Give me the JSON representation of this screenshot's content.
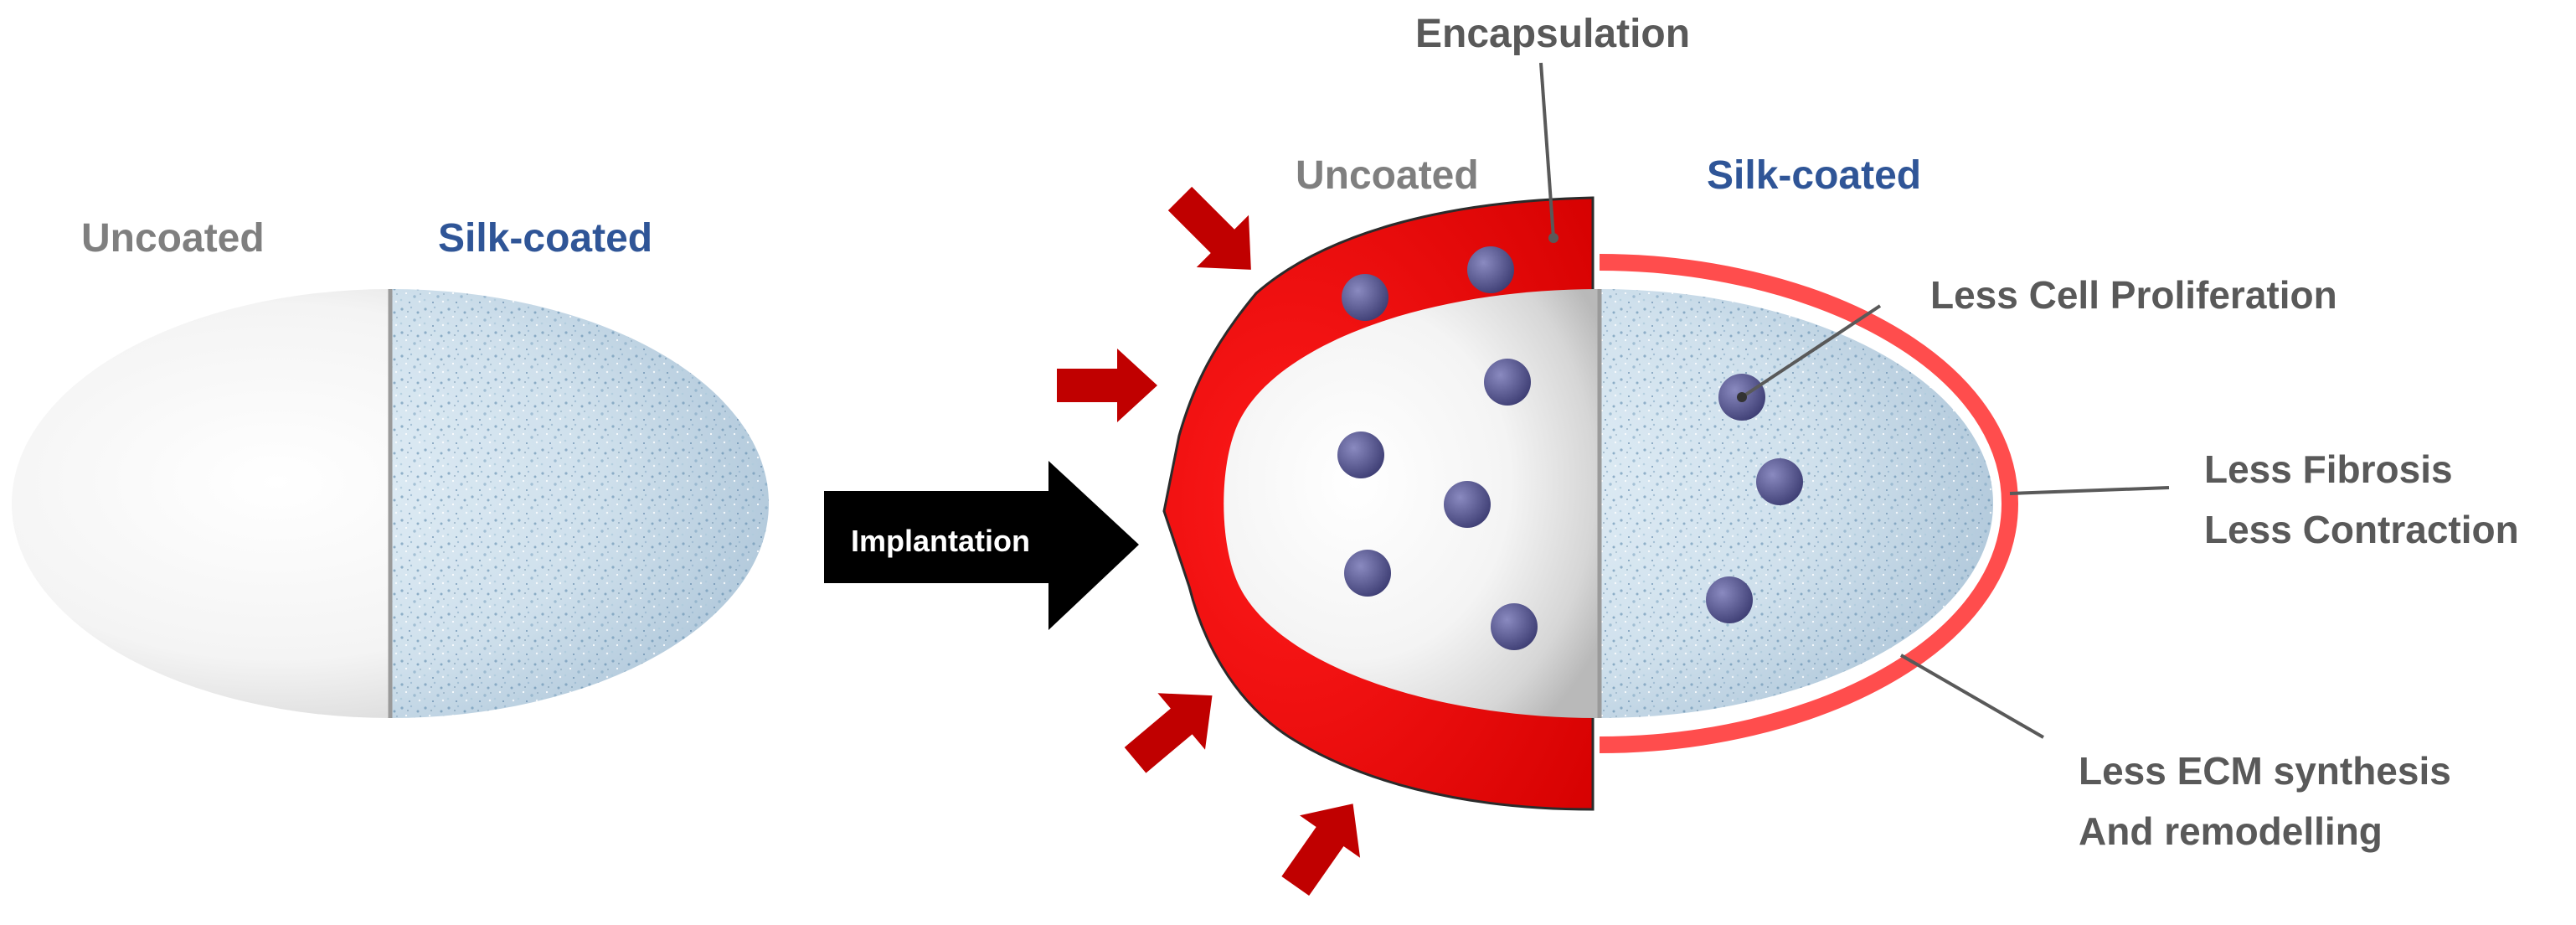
{
  "left": {
    "uncoated_label": "Uncoated",
    "silk_label": "Silk-coated"
  },
  "arrow": {
    "label": "Implantation"
  },
  "right": {
    "encapsulation_label": "Encapsulation",
    "uncoated_label": "Uncoated",
    "silk_label": "Silk-coated",
    "annotations": {
      "proliferation": "Less Cell Proliferation",
      "fibrosis": "Less Fibrosis",
      "contraction": "Less Contraction",
      "ecm_line1": "Less ECM synthesis",
      "ecm_line2": "And remodelling"
    }
  },
  "colors": {
    "capsule_red": "#e00000",
    "thin_capsule": "#ff4d4d",
    "arrow_red": "#c00000",
    "cell": "#4f4f86",
    "uncoated_text": "#7f7f7f",
    "silk_text": "#2f5597",
    "annotation_text": "#595959"
  }
}
